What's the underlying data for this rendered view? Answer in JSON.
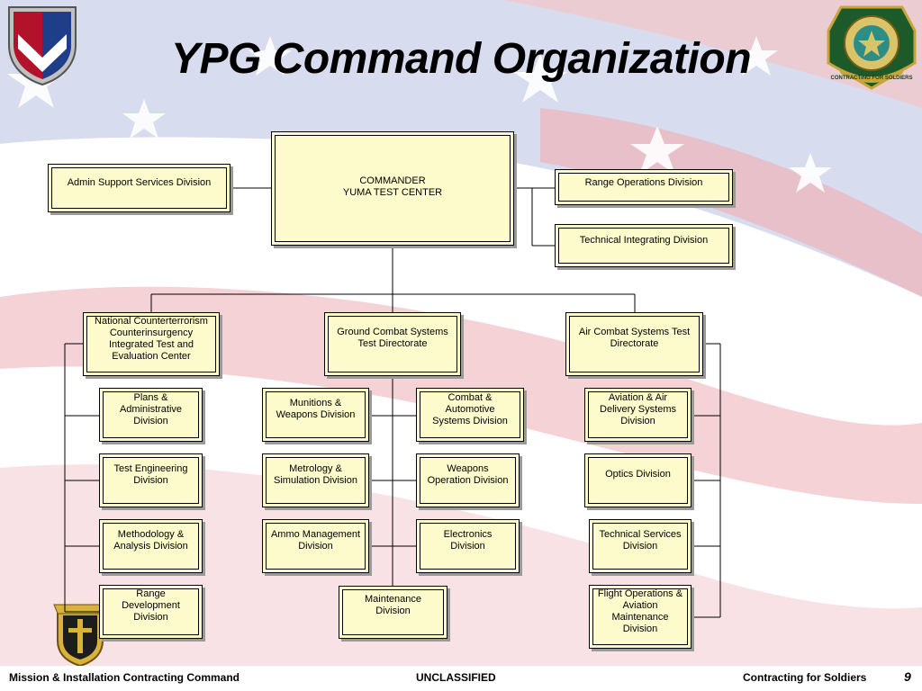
{
  "title": "YPG Command Organization",
  "colors": {
    "box_fill": "#fdfbcb",
    "line": "#000000",
    "flag_red": "#e9a0a6",
    "flag_blue": "#aeb8dc"
  },
  "icons": {
    "left_logo": "acc-shield-logo",
    "right_logo": "contracting-for-soldiers-seal",
    "bottom_left_logo": "army-contracting-badge"
  },
  "right_logo_text": "CONTRACTING FOR SOLDIERS",
  "org": {
    "commander": "COMMANDER\nYUMA TEST CENTER",
    "admin_support": "Admin Support Services Division",
    "range_operations": "Range Operations Division",
    "technical_integrating": "Technical Integrating Division",
    "nct_center": "National Counterterrorism\nCounterinsurgency\nIntegrated Test and\nEvaluation Center",
    "ground_combat": "Ground Combat Systems\nTest Directorate",
    "air_combat": "Air Combat Systems Test\nDirectorate",
    "plans_admin": "Plans &\nAdministrative\nDivision",
    "test_engineering": "Test Engineering\nDivision",
    "methodology": "Methodology &\nAnalysis Division",
    "range_development": "Range\nDevelopment\nDivision",
    "munitions": "Munitions &\nWeapons Division",
    "metrology": "Metrology &\nSimulation Division",
    "ammo_mgmt": "Ammo Management\nDivision",
    "combat_auto": "Combat &\nAutomotive\nSystems Division",
    "weapons_ops": "Weapons\nOperation Division",
    "electronics": "Electronics\nDivision",
    "maintenance": "Maintenance\nDivision",
    "aviation_air": "Aviation & Air\nDelivery Systems\nDivision",
    "optics": "Optics Division",
    "technical_services": "Technical Services\nDivision",
    "flight_ops": "Flight Operations &\nAviation\nMaintenance\nDivision"
  },
  "footer": {
    "left": "Mission & Installation Contracting Command",
    "center": "UNCLASSIFIED",
    "right": "Contracting for Soldiers",
    "page": "9"
  }
}
